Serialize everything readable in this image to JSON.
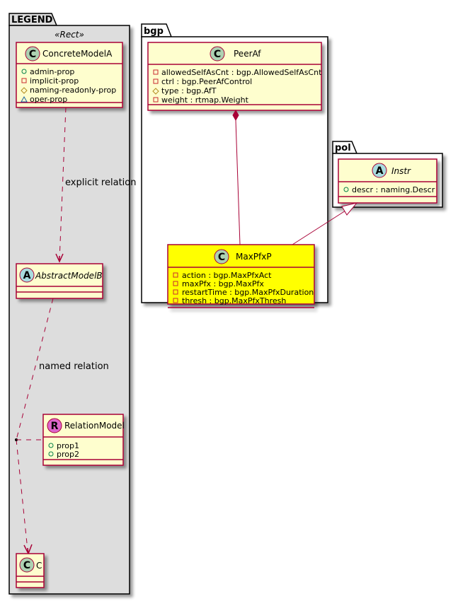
{
  "legend": {
    "title": "LEGEND",
    "stereotype": "«Rect»",
    "concrete_model": {
      "name": "ConcreteModelA",
      "spot": "C",
      "attributes": [
        {
          "visibility": "public",
          "text": "admin-prop"
        },
        {
          "visibility": "private",
          "text": "implicit-prop"
        },
        {
          "visibility": "protected",
          "text": "naming-readonly-prop"
        },
        {
          "visibility": "package",
          "text": "oper-prop"
        }
      ]
    },
    "explicit_relation_label": "explicit relation",
    "abstract_model": {
      "name": "AbstractModelB",
      "spot": "A"
    },
    "named_relation_label": "named relation",
    "relation_model": {
      "name": "RelationModel",
      "spot": "R",
      "attributes": [
        {
          "visibility": "public",
          "text": "prop1"
        },
        {
          "visibility": "public",
          "text": "prop2"
        }
      ]
    },
    "target_model": {
      "name": "C",
      "spot": "C"
    }
  },
  "packages": {
    "bgp": {
      "title": "bgp",
      "peeraf": {
        "name": "PeerAf",
        "spot": "C",
        "attributes": [
          {
            "visibility": "private",
            "text": "allowedSelfAsCnt : bgp.AllowedSelfAsCnt"
          },
          {
            "visibility": "private",
            "text": "ctrl : bgp.PeerAfControl"
          },
          {
            "visibility": "protected",
            "text": "type : bgp.AfT"
          },
          {
            "visibility": "private",
            "text": "weight : rtmap.Weight"
          }
        ]
      },
      "maxpfxp": {
        "name": "MaxPfxP",
        "spot": "C",
        "highlight": "#ffff00",
        "attributes": [
          {
            "visibility": "private",
            "text": "action : bgp.MaxPfxAct"
          },
          {
            "visibility": "private",
            "text": "maxPfx : bgp.MaxPfx"
          },
          {
            "visibility": "private",
            "text": "restartTime : bgp.MaxPfxDuration"
          },
          {
            "visibility": "private",
            "text": "thresh : bgp.MaxPfxThresh"
          }
        ]
      }
    },
    "pol": {
      "title": "pol",
      "instr": {
        "name": "Instr",
        "spot": "A",
        "attributes": [
          {
            "visibility": "public",
            "text": "descr : naming.Descr"
          }
        ]
      }
    }
  },
  "colors": {
    "class_fill": "#fefece",
    "class_border": "#a80036",
    "highlight_fill": "#ffff00",
    "legend_bg": "#dddddd",
    "spot_class": "#add1b2",
    "spot_abstract": "#a9dcdf",
    "spot_relation": "#dd66cc",
    "edge": "#a80036"
  }
}
